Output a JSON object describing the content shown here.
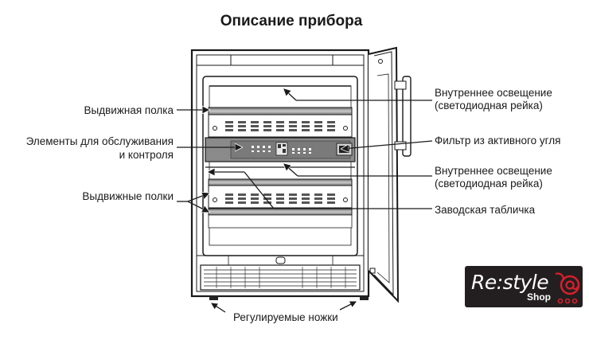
{
  "title": "Описание прибора",
  "labels": {
    "shelf_single": "Выдвижная полка",
    "controls_line1": "Элементы для обслуживания",
    "controls_line2": "и контроля",
    "shelves_multi": "Выдвижные полки",
    "lighting_top_line1": "Внутреннее освещение",
    "lighting_top_line2": "(светодиодная рейка)",
    "carbon_filter": "Фильтр из активного угля",
    "lighting_bottom_line1": "Внутреннее освещение",
    "lighting_bottom_line2": "(светодиодная рейка)",
    "nameplate": "Заводская табличка",
    "feet": "Регулируемые ножки"
  },
  "logo": {
    "brand": "Re:style",
    "sub": "Shop",
    "accent_color": "#d6202b"
  },
  "colors": {
    "line": "#1a1a1a",
    "shelf_fill": "#9a9a9a",
    "panel_fill": "#7d7d7d"
  }
}
